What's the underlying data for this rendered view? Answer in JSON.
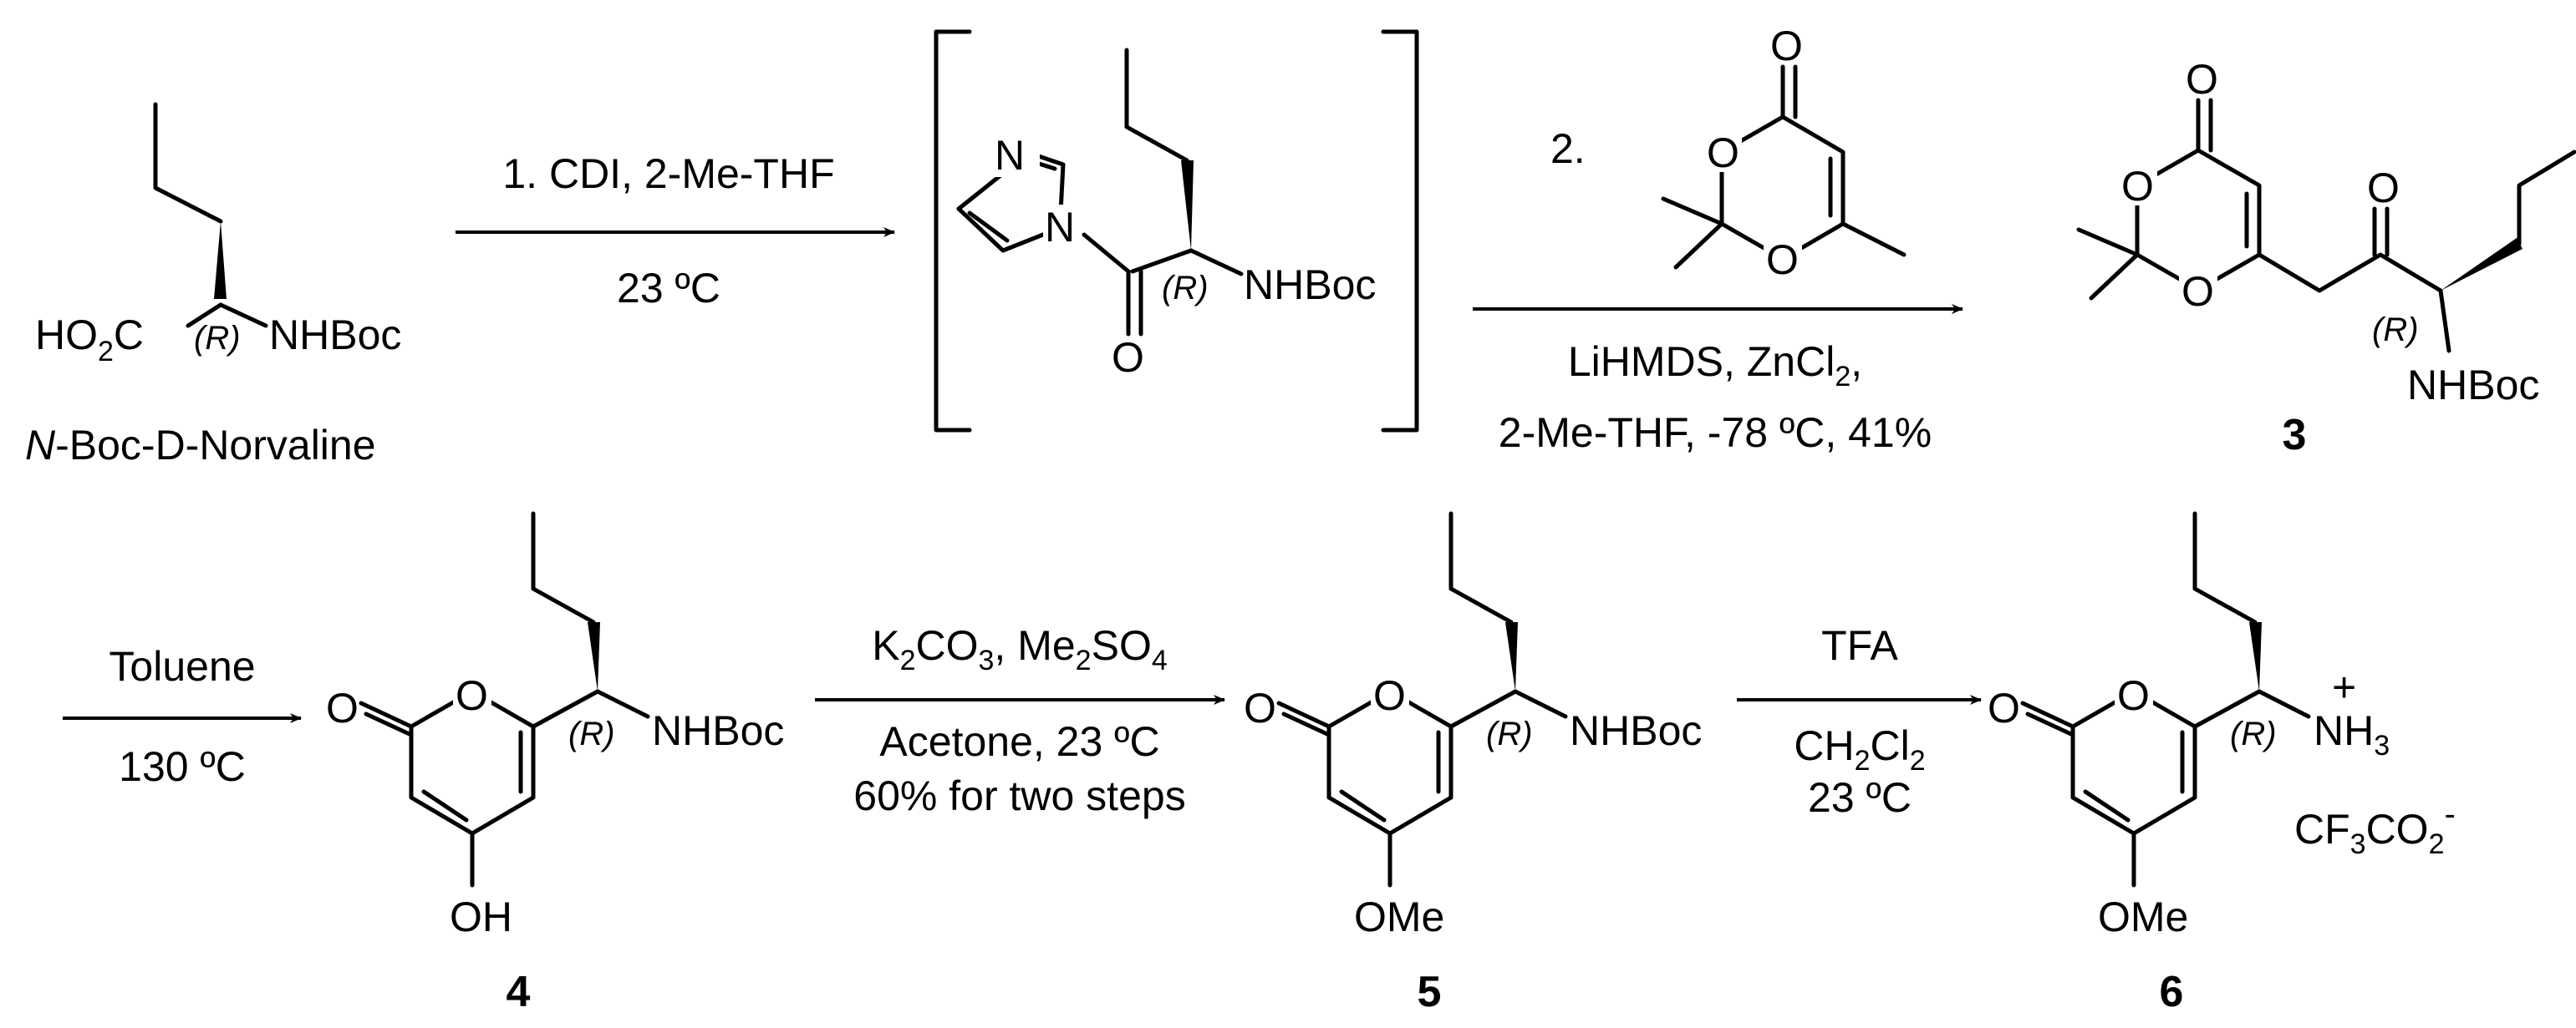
{
  "atoms": {
    "ho2c_ho": "HO",
    "ho2c_2": "2",
    "ho2c_c": "C",
    "nhboc": "NHBoc",
    "o": "O",
    "n": "N",
    "oh": "OH",
    "ome": "OMe",
    "nh_nh": "NH",
    "nh_3": "3",
    "plus": "+",
    "cf3_cf": "CF",
    "cf3_3": "3",
    "cf3_co": "CO",
    "cf3_2": "2",
    "cf3_minus": "-"
  },
  "stereo_label": "(R)",
  "names": {
    "start_prefix": "N",
    "start_rest": "-Boc-D-Norvaline"
  },
  "compound_numbers": {
    "c3": "3",
    "c4": "4",
    "c5": "5",
    "c6": "6"
  },
  "arrows": {
    "step1": {
      "line1": "1. CDI, 2-Me-THF",
      "line2": "23 ºC"
    },
    "step2": {
      "label": "2.",
      "line1_a": "LiHMDS, ZnCl",
      "line1_sub": "2",
      "line1_b": ",",
      "line2": "2-Me-THF, -78 ºC, 41%"
    },
    "step3": {
      "line1": "Toluene",
      "line2": "130 ºC"
    },
    "step4": {
      "line1_k": "K",
      "line1_k_sub": "2",
      "line1_co": "CO",
      "line1_co_sub": "3",
      "line1_me": ", Me",
      "line1_me_sub": "2",
      "line1_so": "SO",
      "line1_so_sub": "4",
      "line2": "Acetone, 23 ºC",
      "line3": "60% for two steps"
    },
    "step5": {
      "line1": "TFA",
      "line2_ch": "CH",
      "line2_sub1": "2",
      "line2_cl": "Cl",
      "line2_sub2": "2",
      "line3": "23 ºC"
    }
  }
}
